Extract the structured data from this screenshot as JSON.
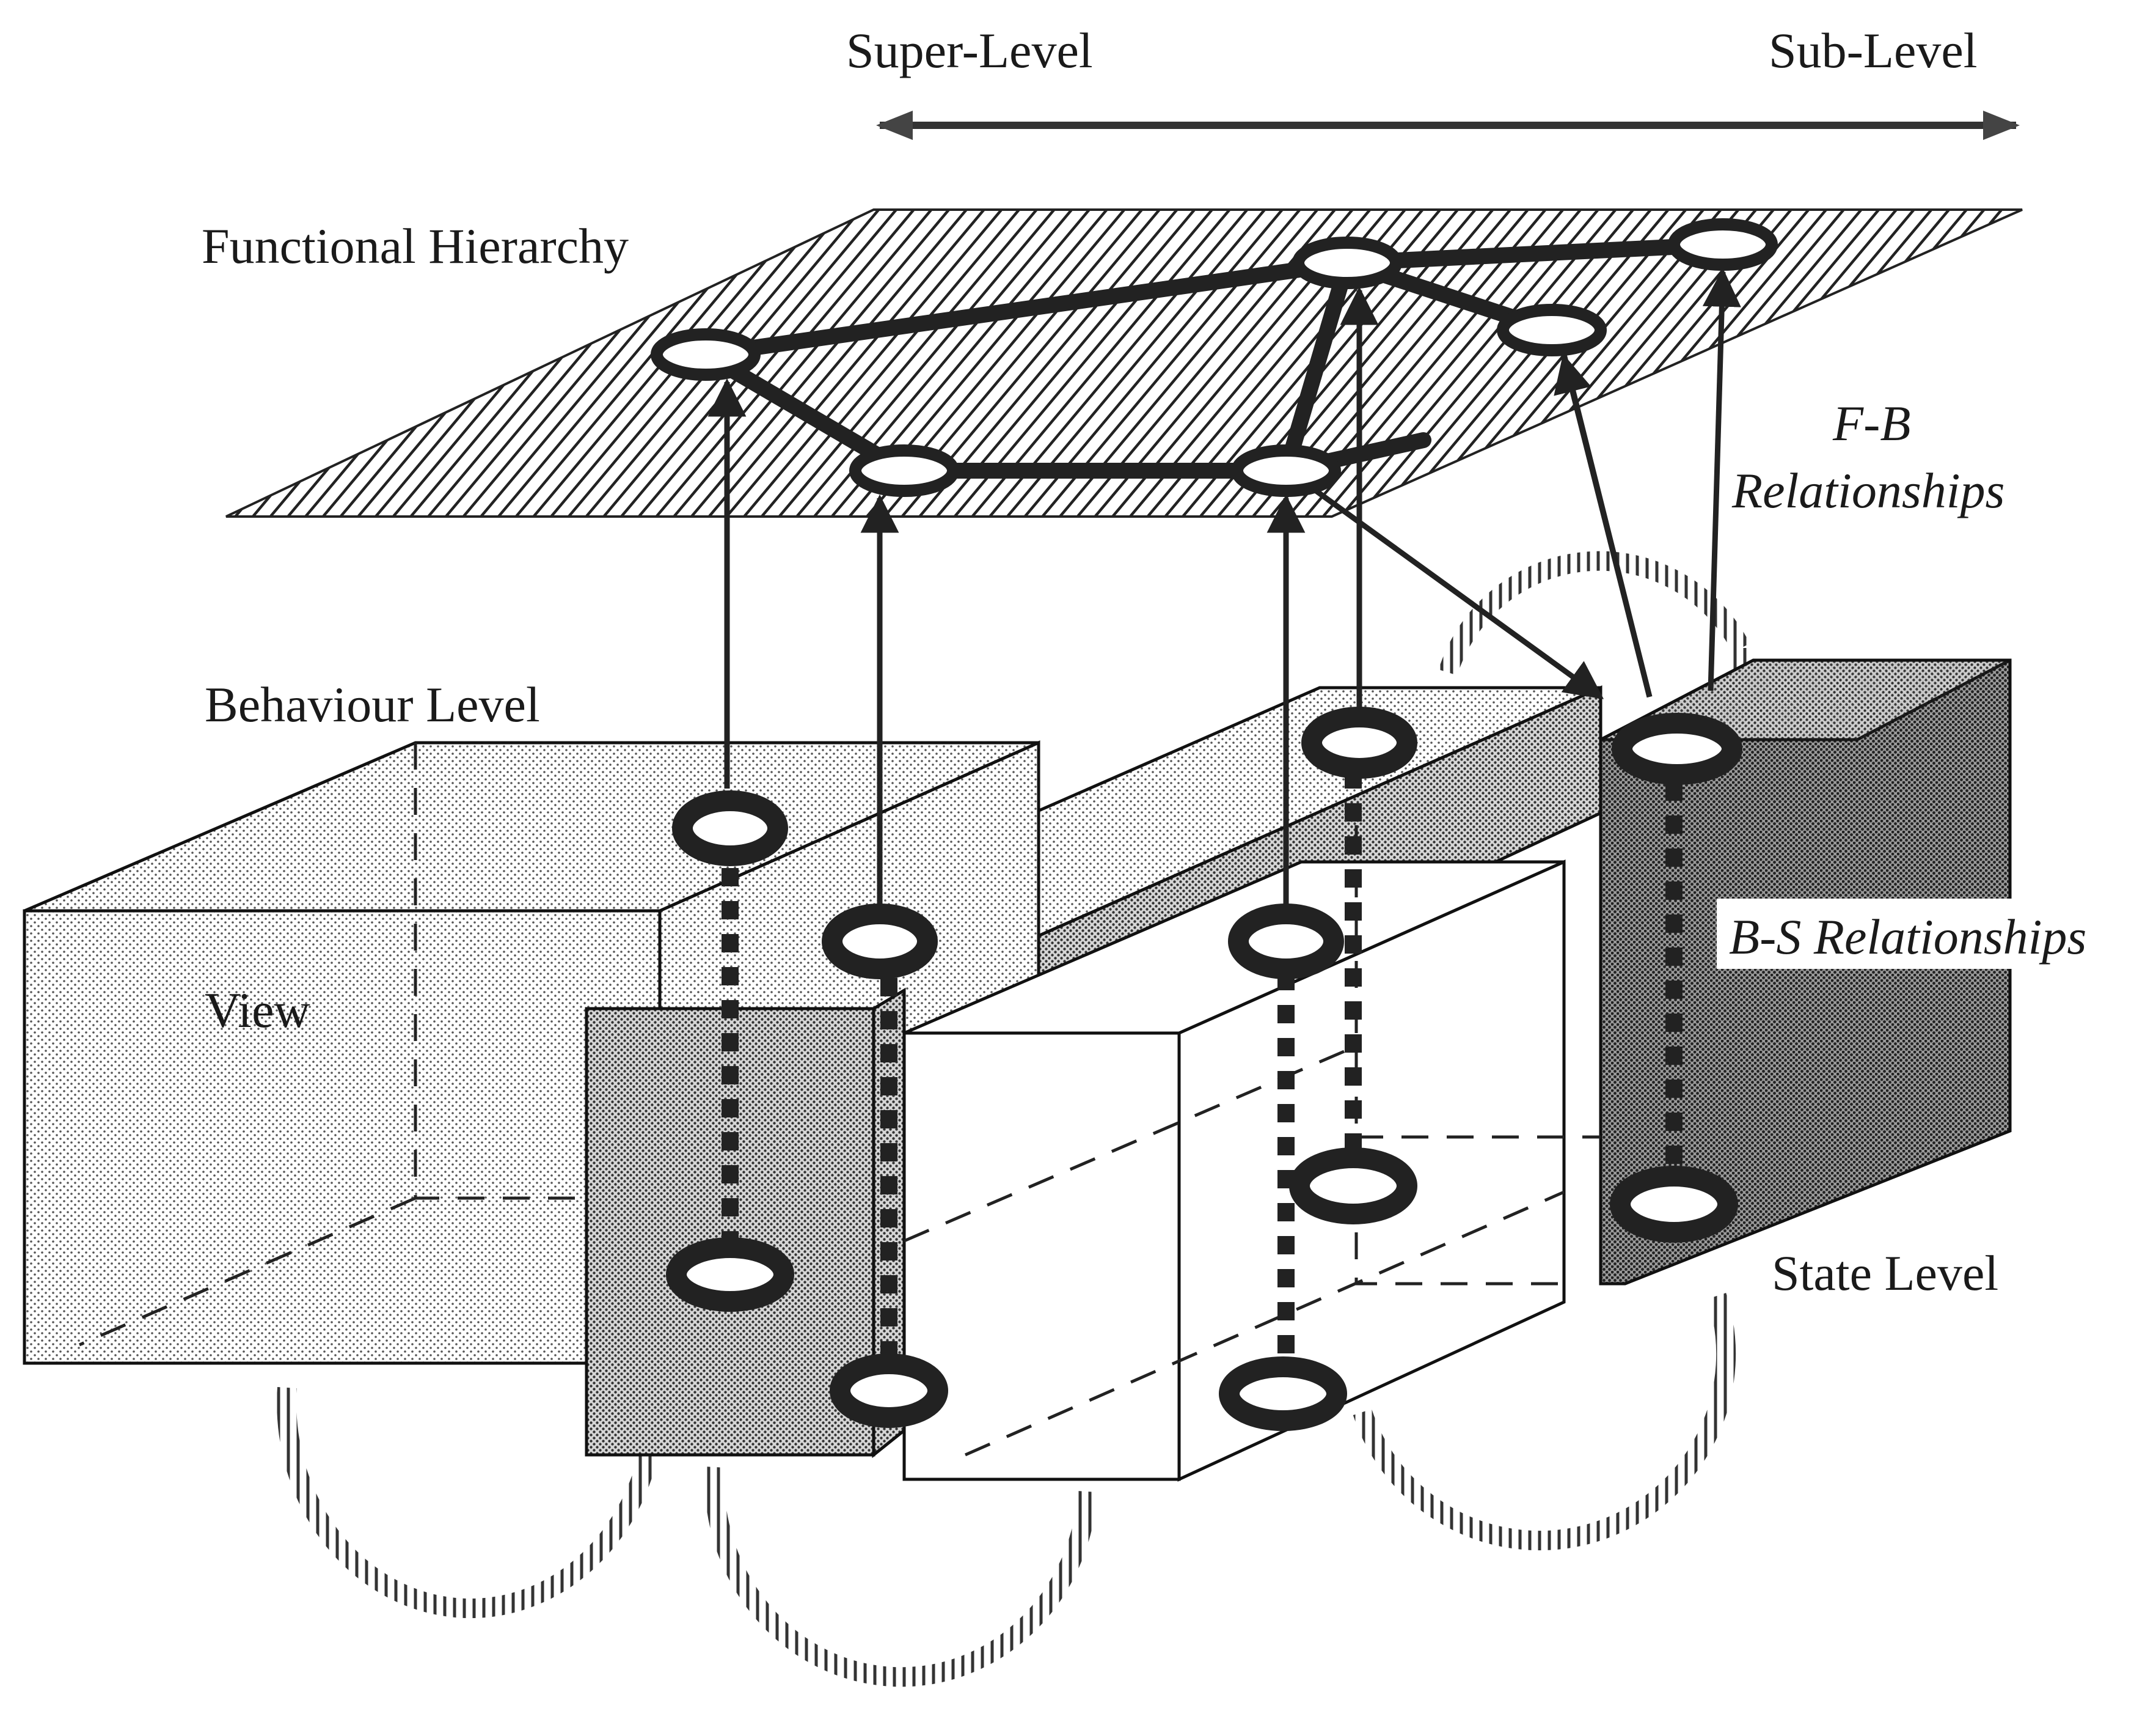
{
  "labels": {
    "super_level": "Super-Level",
    "sub_level": "Sub-Level",
    "functional_hierarchy": "Functional Hierarchy",
    "fb_line1": "F-B",
    "fb_line2": "Relationships",
    "behaviour_level": "Behaviour Level",
    "view": "View",
    "bs_relationships": "B-S Relationships",
    "state_level": "State Level"
  },
  "colors": {
    "ink": "#1a1a1a",
    "hatch_light": "#cfcfcf",
    "stipple_light": "#e9e9e9",
    "stipple_mid": "#bdbdbd",
    "stipple_dark": "#8a8a8a",
    "background": "#ffffff"
  }
}
